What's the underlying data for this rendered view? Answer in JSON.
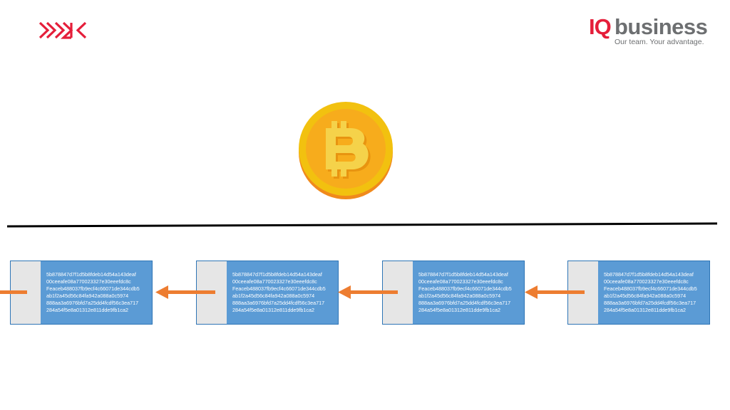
{
  "header": {
    "brand_iq": "IQ",
    "brand_business": "business",
    "brand_tagline": "Our team. Your advantage."
  },
  "colors": {
    "brand_red": "#e51e3a",
    "brand_grey": "#6d6f71",
    "block_blue": "#5b9bd5",
    "block_border": "#2e75b6",
    "block_grey": "#e6e6e6",
    "arrow_orange": "#ed7d31",
    "coin_gold": "#f7ac1c",
    "coin_ring": "#f2c10f"
  },
  "icons": {
    "left_logo": "chevron-arrows-logo-icon",
    "center": "bitcoin-coin-icon"
  },
  "blocks": [
    {
      "hash": "5b878847d7f1d5b8fdeb14d54a143deaf\n00ceeafe08a770023327e30eeefdc8c\nFeaceb488037fb9ecf4c66071de344cdb5\nab1f2a45d56c84fa942a088a0c5974\n888aa3a6976bfd7a25dd4fcdf56c3ea717\n284a54f5e8a01312e811dde9fb1ca2"
    },
    {
      "hash": "5b878847d7f1d5b8fdeb14d54a143deaf\n00ceeafe08a770023327e30eeefdc8c\nFeaceb488037fb9ecf4c66071de344cdb5\nab1f2a45d56c84fa942a088a0c5974\n888aa3a6976bfd7a25dd4fcdf56c3ea717\n284a54f5e8a01312e811dde9fb1ca2"
    },
    {
      "hash": "5b878847d7f1d5b8fdeb14d54a143deaf\n00ceeafe08a770023327e30eeefdc8c\nFeaceb488037fb9ecf4c66071de344cdb5\nab1f2a45d56c84fa942a088a0c5974\n888aa3a6976bfd7a25dd4fcdf56c3ea717\n284a54f5e8a01312e811dde9fb1ca2"
    },
    {
      "hash": "5b878847d7f1d5b8fdeb14d54a143deaf\n00ceeafe08a770023327e30eeefdc8c\nFeaceb488037fb9ecf4c66071de344cdb5\nab1f2a45d56c84fa942a088a0c5974\n888aa3a6976bfd7a25dd4fcdf56c3ea717\n284a54f5e8a01312e811dde9fb1ca2"
    }
  ]
}
